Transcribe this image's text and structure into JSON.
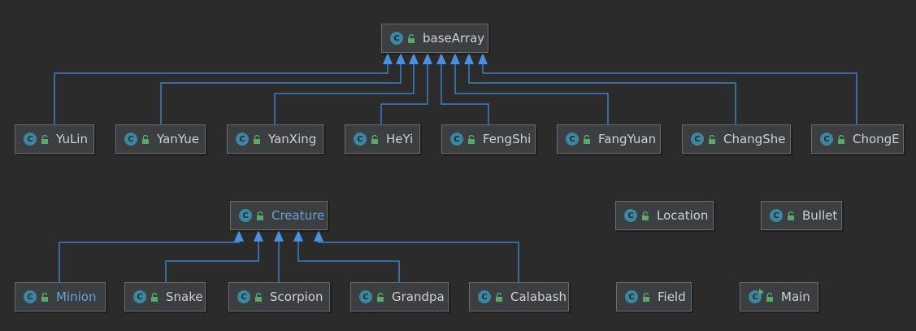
{
  "diagram": {
    "class_icon_letter": "C",
    "colors": {
      "background": "#2b2b2b",
      "node_fill": "#3c3f41",
      "node_border": "#6b6b6b",
      "text": "#d0d0d0",
      "abstract_text": "#6a9fd8",
      "class_icon": "#3e86a0",
      "lock_icon": "#59a869",
      "inheritance_arrow": "#4a8fe0",
      "edge": "#3d7fc4"
    },
    "nodes": [
      {
        "id": "basearray",
        "label": "baseArray",
        "abstract": false
      },
      {
        "id": "yulin",
        "label": "YuLin",
        "abstract": false
      },
      {
        "id": "yanyue",
        "label": "YanYue",
        "abstract": false
      },
      {
        "id": "yanxing",
        "label": "YanXing",
        "abstract": false
      },
      {
        "id": "heyi",
        "label": "HeYi",
        "abstract": false
      },
      {
        "id": "fengshi",
        "label": "FengShi",
        "abstract": false
      },
      {
        "id": "fangyuan",
        "label": "FangYuan",
        "abstract": false
      },
      {
        "id": "changshe",
        "label": "ChangShe",
        "abstract": false
      },
      {
        "id": "chonge",
        "label": "ChongE",
        "abstract": false
      },
      {
        "id": "creature",
        "label": "Creature",
        "abstract": true
      },
      {
        "id": "location",
        "label": "Location",
        "abstract": false
      },
      {
        "id": "bullet",
        "label": "Bullet",
        "abstract": false
      },
      {
        "id": "minion",
        "label": "Minion",
        "abstract": true
      },
      {
        "id": "snake",
        "label": "Snake",
        "abstract": false
      },
      {
        "id": "scorpion",
        "label": "Scorpion",
        "abstract": false
      },
      {
        "id": "grandpa",
        "label": "Grandpa",
        "abstract": false
      },
      {
        "id": "calabash",
        "label": "Calabash",
        "abstract": false
      },
      {
        "id": "field",
        "label": "Field",
        "abstract": false
      },
      {
        "id": "main",
        "label": "Main",
        "abstract": false,
        "entry_point": true
      }
    ],
    "edges": [
      {
        "from": "yulin",
        "to": "basearray",
        "type": "extends"
      },
      {
        "from": "yanyue",
        "to": "basearray",
        "type": "extends"
      },
      {
        "from": "yanxing",
        "to": "basearray",
        "type": "extends"
      },
      {
        "from": "heyi",
        "to": "basearray",
        "type": "extends"
      },
      {
        "from": "fengshi",
        "to": "basearray",
        "type": "extends"
      },
      {
        "from": "fangyuan",
        "to": "basearray",
        "type": "extends"
      },
      {
        "from": "changshe",
        "to": "basearray",
        "type": "extends"
      },
      {
        "from": "chonge",
        "to": "basearray",
        "type": "extends"
      },
      {
        "from": "minion",
        "to": "creature",
        "type": "extends"
      },
      {
        "from": "snake",
        "to": "creature",
        "type": "extends"
      },
      {
        "from": "scorpion",
        "to": "creature",
        "type": "extends"
      },
      {
        "from": "grandpa",
        "to": "creature",
        "type": "extends"
      },
      {
        "from": "calabash",
        "to": "creature",
        "type": "extends"
      }
    ]
  }
}
